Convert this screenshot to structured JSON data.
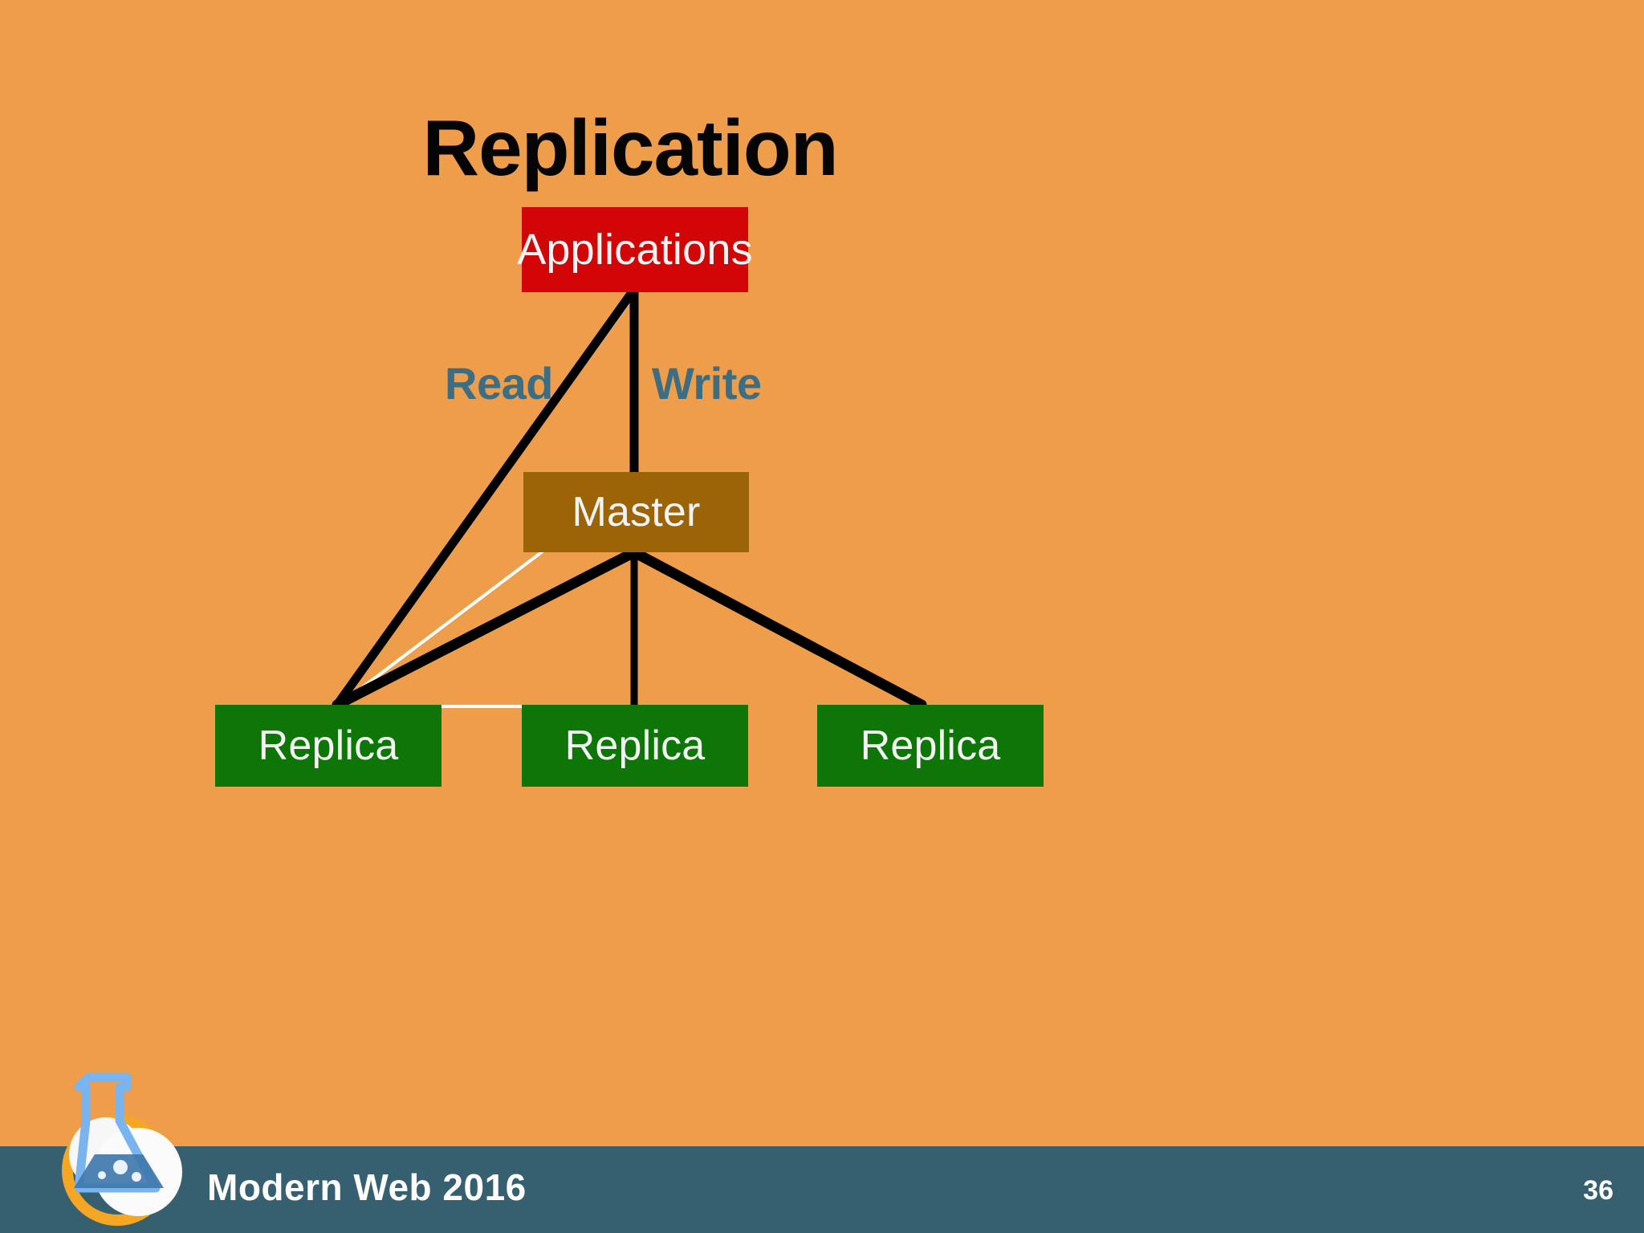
{
  "slide": {
    "title": "Replication",
    "background_color": "#ee9d4a",
    "page_number": "36"
  },
  "diagram": {
    "type": "node-graph",
    "nodes": [
      {
        "id": "applications",
        "label": "Applications",
        "color": "#d20606",
        "tier": "client"
      },
      {
        "id": "master",
        "label": "Master",
        "color": "#9c6406",
        "tier": "primary"
      },
      {
        "id": "replica-1",
        "label": "Replica",
        "color": "#0e7507",
        "tier": "replica"
      },
      {
        "id": "replica-2",
        "label": "Replica",
        "color": "#0e7507",
        "tier": "replica"
      },
      {
        "id": "replica-3",
        "label": "Replica",
        "color": "#0e7507",
        "tier": "replica"
      }
    ],
    "edge_labels": {
      "read": "Read",
      "write": "Write",
      "color": "#3b6d84"
    },
    "edges": [
      {
        "from": "applications",
        "to": "replica-1",
        "label": "Read"
      },
      {
        "from": "applications",
        "to": "master",
        "label": "Write"
      },
      {
        "from": "master",
        "to": "replica-1",
        "label": ""
      },
      {
        "from": "master",
        "to": "replica-2",
        "label": ""
      },
      {
        "from": "master",
        "to": "replica-3",
        "label": ""
      }
    ]
  },
  "footer": {
    "brand": "Modern Web 2016",
    "bar_color": "#365f70",
    "logo_name": "flask-logo"
  }
}
